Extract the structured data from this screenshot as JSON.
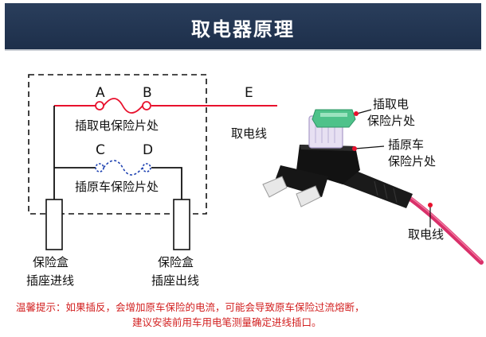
{
  "header": {
    "title": "取电器原理"
  },
  "schematic": {
    "point_a": "A",
    "point_b": "B",
    "point_c": "C",
    "point_d": "D",
    "point_e": "E",
    "upper_fuse_label": "插取电保险片处",
    "lower_fuse_label": "插原车保险片处",
    "power_out_label": "取电线",
    "left_socket_label": [
      "保险盒",
      "插座进线"
    ],
    "right_socket_label": [
      "保险盒",
      "插座出线"
    ]
  },
  "product": {
    "upper_slot_label": [
      "插取电",
      "保险片处"
    ],
    "lower_slot_label": [
      "插原车",
      "保险片处"
    ],
    "wire_label": "取电线"
  },
  "note": {
    "line1": "温馨提示：如果插反，会增加原车保险的电流，可能会导致原车保险过流熔断，",
    "line2": "建议安装前用车用电笔测量确定进线插口。"
  },
  "colors": {
    "header_bg": "#1d2f4a",
    "wire_red": "#e8112d",
    "fuse_blue": "#1b3fb0",
    "note_red": "#d21f1f",
    "fuse_green": "#4ec28a",
    "fuse_clear": "#e7e0f2"
  }
}
